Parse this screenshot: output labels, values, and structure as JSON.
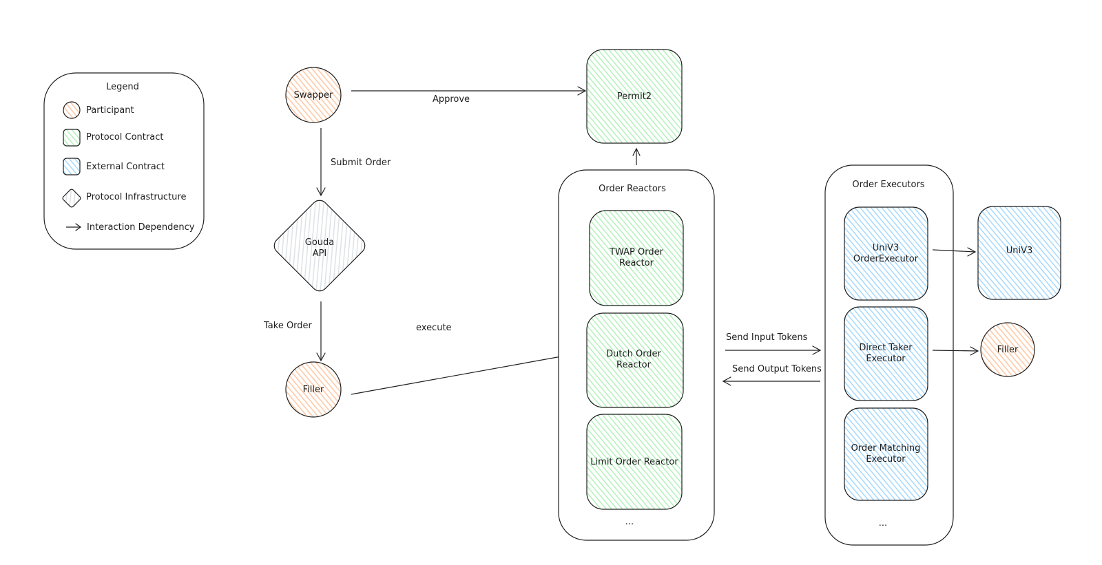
{
  "colors": {
    "participant": "#ffc9a6",
    "protocol_contract": "#b2f2bb",
    "external_contract": "#a5d8ff",
    "infrastructure": "#dee2e6",
    "stroke": "#1e1e1e"
  },
  "legend": {
    "title": "Legend",
    "participant": "Participant",
    "protocol_contract": "Protocol Contract",
    "external_contract": "External Contract",
    "protocol_infrastructure": "Protocol Infrastructure",
    "interaction_dependency": "Interaction Dependency"
  },
  "nodes": {
    "swapper": "Swapper",
    "permit2": "Permit2",
    "gouda_api": [
      "Gouda",
      "API"
    ],
    "filler": "Filler",
    "filler_right": "Filler",
    "twap_reactor": [
      "TWAP Order",
      "Reactor"
    ],
    "dutch_reactor": [
      "Dutch Order",
      "Reactor"
    ],
    "limit_reactor": "Limit Order Reactor",
    "univ3_executor": [
      "UniV3",
      "OrderExecutor"
    ],
    "direct_taker_executor": [
      "Direct Taker",
      "Executor"
    ],
    "order_matching_executor": [
      "Order Matching",
      "Executor"
    ],
    "univ3": "UniV3"
  },
  "groups": {
    "reactors_title": "Order Reactors",
    "reactors_more": "...",
    "executors_title": "Order Executors",
    "executors_more": "..."
  },
  "edges": {
    "approve": "Approve",
    "submit_order": "Submit Order",
    "take_order": "Take Order",
    "execute": "execute",
    "send_input_tokens": "Send Input Tokens",
    "send_output_tokens": "Send Output Tokens"
  }
}
